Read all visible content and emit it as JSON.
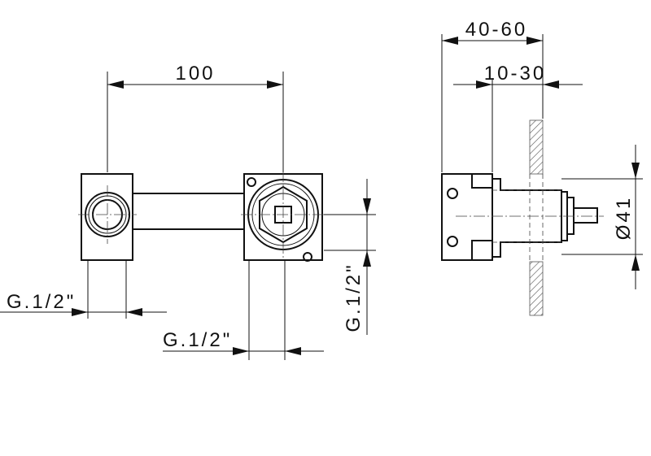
{
  "dimensions": {
    "center_distance": "100",
    "inlet_left": "G.1/2\"",
    "inlet_right": "G.1/2\"",
    "outlet_vertical": "G.1/2\"",
    "wall_depth": "40-60",
    "tile_depth": "10-30",
    "body_diameter": "Ø41"
  }
}
